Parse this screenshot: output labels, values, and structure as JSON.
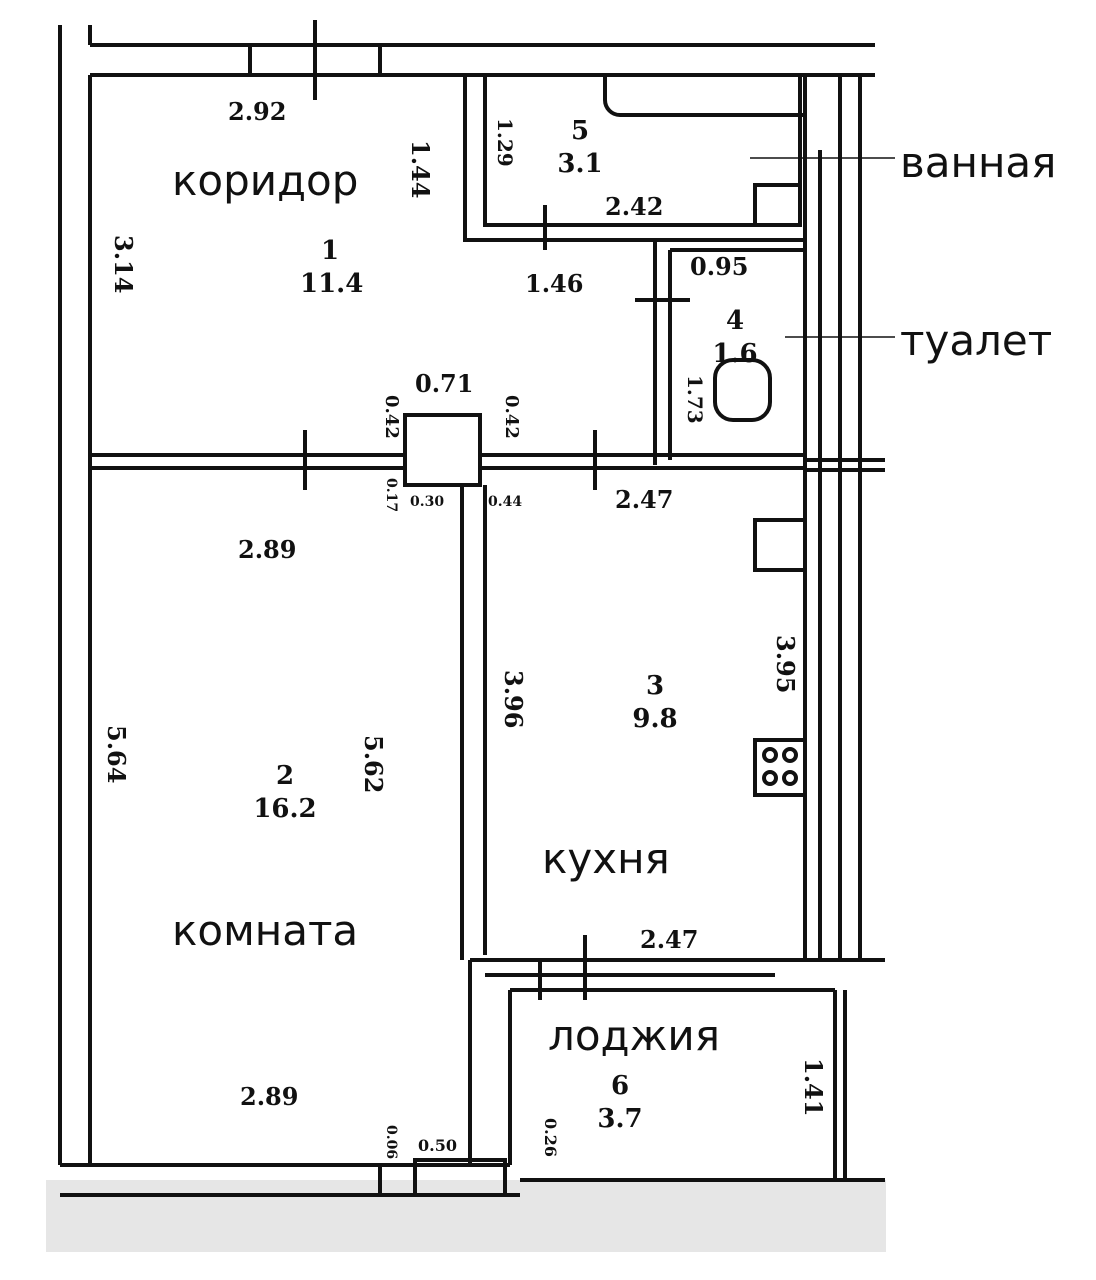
{
  "rooms": {
    "corridor": {
      "label": "коридор",
      "number": "1",
      "area": "11.4"
    },
    "room": {
      "label": "комната",
      "number": "2",
      "area": "16.2"
    },
    "kitchen": {
      "label": "кухня",
      "number": "3",
      "area": "9.8"
    },
    "toilet": {
      "label": "туалет",
      "number": "4",
      "area": "1.6"
    },
    "bathroom": {
      "label": "ванная",
      "number": "5",
      "area": "3.1"
    },
    "loggia": {
      "label": "лоджия",
      "number": "6",
      "area": "3.7"
    }
  },
  "dimensions": {
    "corridor_top": "2.92",
    "corridor_left": "3.14",
    "corridor_door": "1.44",
    "corridor_bottom": "1.46",
    "shaft_width": "0.71",
    "shaft_left": "0.42",
    "shaft_right": "0.42",
    "shaft_b1": "0.17",
    "shaft_b2": "0.30",
    "shaft_b3": "0.44",
    "bath_height": "1.29",
    "bath_width": "2.42",
    "toilet_width": "0.95",
    "toilet_height": "1.73",
    "kitchen_top": "2.47",
    "kitchen_left": "3.96",
    "kitchen_right": "3.95",
    "kitchen_bottom": "2.47",
    "room_top": "2.89",
    "room_left": "5.64",
    "room_inner": "5.62",
    "room_bottom": "2.89",
    "room_b1": "0.06",
    "room_b2": "0.50",
    "loggia_b": "0.26",
    "loggia_right": "1.41"
  }
}
